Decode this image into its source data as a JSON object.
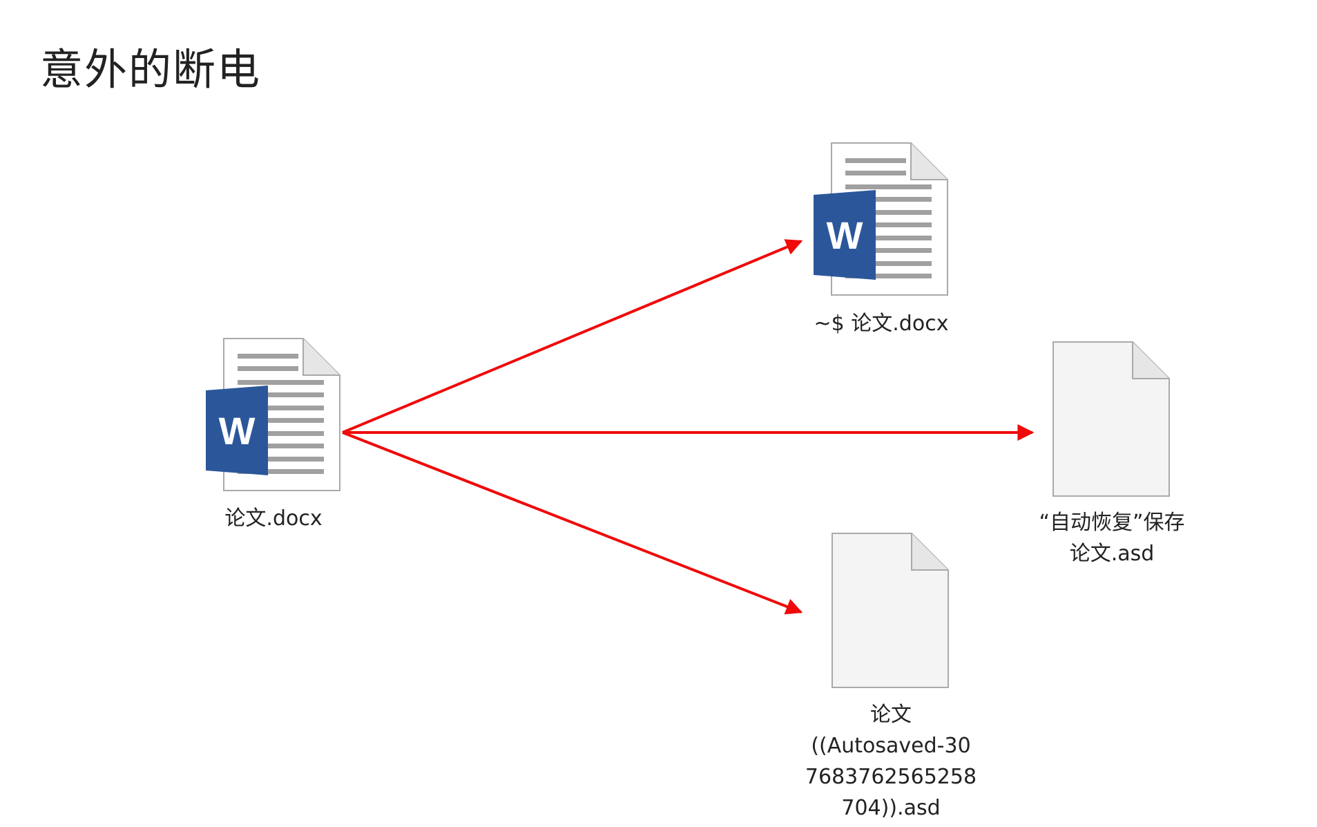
{
  "title": "意外的断电",
  "colors": {
    "arrow": "#f00a0a",
    "word_blue": "#2b579a",
    "page_fill": "#ffffff",
    "blank_fill": "#f4f4f4",
    "page_border": "#a9a9a9",
    "text_lines": "#a0a0a0"
  },
  "files": {
    "source": {
      "icon": "word-document-icon",
      "label": "论文.docx"
    },
    "temp": {
      "icon": "word-document-icon",
      "label": "~$ 论文.docx"
    },
    "autorecover": {
      "icon": "blank-file-icon",
      "label_line1": "“自动恢复”保存",
      "label_line2": "论文.asd"
    },
    "autosaved": {
      "icon": "blank-file-icon",
      "label_line1": "论文",
      "label_line2": "((Autosaved-30",
      "label_line3": "7683762565258",
      "label_line4": "704)).asd"
    }
  }
}
